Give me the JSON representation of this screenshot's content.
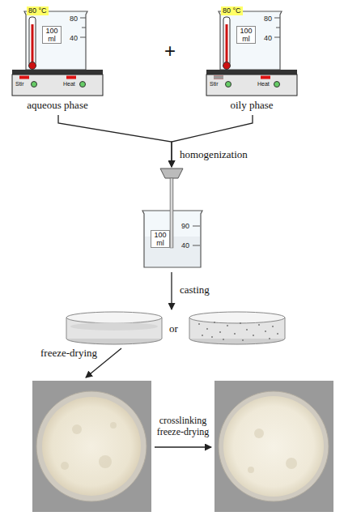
{
  "diagram": {
    "nodes": [
      {
        "text": [
          "80 °C",
          "80",
          "100 ml",
          "40",
          "Stir",
          "Heat",
          "aqueous phase"
        ]
      },
      {
        "text": [
          "80 °C",
          "80",
          "100 ml",
          "40",
          "Stir",
          "Heat",
          "oily phase"
        ]
      },
      {
        "text": [
          "90",
          "100 ml",
          "40"
        ]
      }
    ],
    "edges": [
      {
        "from": 0,
        "to": 2,
        "arrow": "to",
        "label": "homogenization"
      },
      {
        "from": 1,
        "to": 2,
        "arrow": "to"
      }
    ],
    "labels": [
      "+",
      "casting",
      "or",
      "freeze-drying",
      "crosslinking freeze-drying"
    ]
  }
}
